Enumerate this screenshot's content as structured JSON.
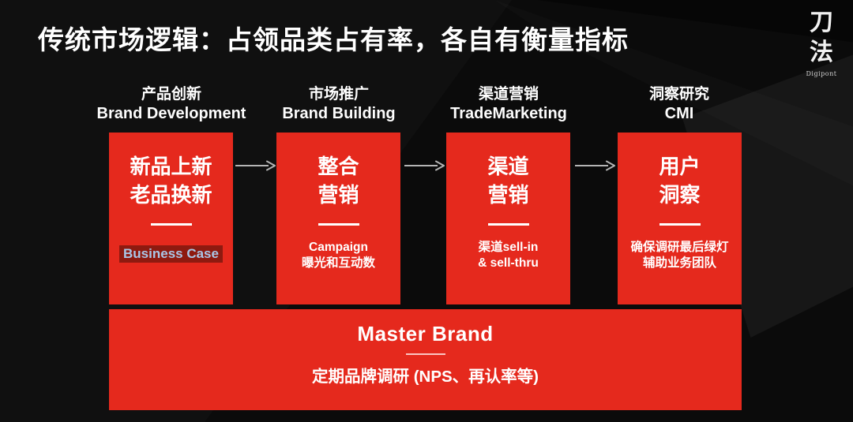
{
  "title": "传统市场逻辑：占领品类占有率，各自有衡量指标",
  "logo": {
    "char_top": "刀",
    "char_bottom": "法",
    "subtext": "Digipont"
  },
  "colors": {
    "accent-red": "#e5291d",
    "bg": "#0b0b0b",
    "highlight-bg": "#8e1a10",
    "highlight-text": "#a9c7e8",
    "arrow": "#b5b5b5"
  },
  "columns": [
    {
      "header_cn": "产品创新",
      "header_en": "Brand Development",
      "box_title": "新品上新\n老品换新",
      "box_sub": "Business Case",
      "sub_style": "highlighted"
    },
    {
      "header_cn": "市场推广",
      "header_en": "Brand Building",
      "box_title": "整合\n营销",
      "box_sub": "Campaign\n曝光和互动数",
      "sub_style": "plain"
    },
    {
      "header_cn": "渠道营销",
      "header_en": "TradeMarketing",
      "box_title": "渠道\n营销",
      "box_sub": "渠道sell-in\n& sell-thru",
      "sub_style": "plain"
    },
    {
      "header_cn": "洞察研究",
      "header_en": "CMI",
      "box_title": "用户\n洞察",
      "box_sub": "确保调研最后绿灯\n辅助业务团队",
      "sub_style": "plain"
    }
  ],
  "footer": {
    "title": "Master Brand",
    "subtitle": "定期品牌调研 (NPS、再认率等)"
  }
}
